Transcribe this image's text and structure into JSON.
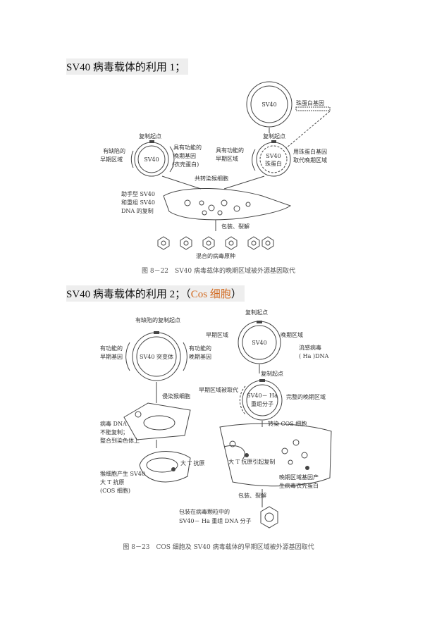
{
  "section1": {
    "heading": "SV40 病毒载体的利用 1；"
  },
  "section2": {
    "heading_prefix": "SV40 病毒载体的利用 2；（",
    "heading_highlight": "Cos 细胞",
    "heading_suffix": "）"
  },
  "fig1": {
    "sv40_top": "SV40",
    "gene_label": "珠蛋白基因",
    "rep_origin_left": "复制起点",
    "rep_origin_right": "复制起点",
    "defective_early_l1": "有缺陷的",
    "defective_early_l2": "早期区域",
    "sv40_left": "SV40",
    "late_func_l1": "具有功能的",
    "late_func_l2": "晚期基因",
    "late_func_l3": "(衣壳蛋白)",
    "early_func_l1": "具有功能的",
    "early_func_l2": "早期区域",
    "sv40_globin_l1": "SV40",
    "sv40_globin_l2": "珠蛋白",
    "replace_l1": "用珠蛋白基因",
    "replace_l2": "取代晚期区域",
    "cotransfect": "共转染猴细胞",
    "helper_l1": "助手型 SV40",
    "helper_l2": "和重组 SV40",
    "helper_l3": "DNA 的复制",
    "package": "包装、裂解",
    "mixed": "混合的病毒原种",
    "caption": "图 8－22　SV40 病毒载体的晚期区域被外源基因取代"
  },
  "fig2": {
    "defective_origin": "有缺陷的复制起点",
    "early_func_l1": "有功能的",
    "early_func_l2": "早期基因",
    "mutant": "SV40 突变体",
    "late_func_l1": "有功能的",
    "late_func_l2": "晚期基因",
    "rep_origin_top": "复制起点",
    "early_region": "早期区域",
    "late_region": "晚期区域",
    "sv40_right": "SV40",
    "flu_l1": "流感病毒",
    "flu_l2": "( Ha )DNA",
    "rep_origin_mid": "复制起点",
    "early_replaced": "早期区域被取代",
    "recomb_l1": "SV40－ Ha",
    "recomb_l2": "重组分子",
    "complete_late": "完整的晚期区域",
    "infect": "侵染猴细胞",
    "transfect_cos": "转染 COS 细胞",
    "viral_dna_l1": "病毒 DNA",
    "viral_dna_l2": "不能复制；",
    "viral_dna_l3": "整合到染色体上",
    "large_t": "大 T 抗原",
    "large_t_rep": "大 T 抗原引起复制",
    "monkey_l1": "猴细胞产生 SV40",
    "monkey_l2": "大 T 抗原",
    "monkey_l3": "(COS 细胞)",
    "late_gene_l1": "晚期区域基因产",
    "late_gene_l2": "生病毒衣壳蛋白",
    "package": "包装、裂解",
    "packaged_l1": "包装在病毒颗粒中的",
    "packaged_l2": "SV40－ Ha 重组 DNA 分子",
    "caption": "图 8－23　COS 细胞及 SV40 病毒载体的早期区域被外源基因取代"
  }
}
